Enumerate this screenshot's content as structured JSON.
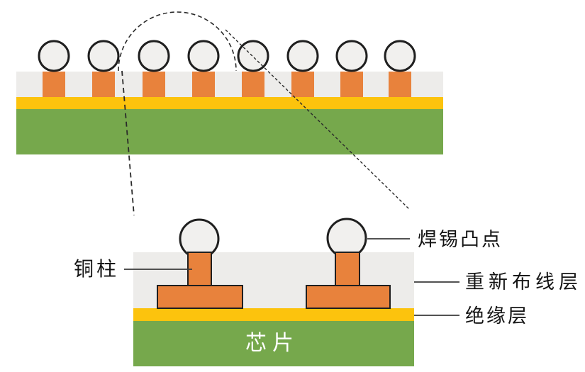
{
  "colors": {
    "copper_pillar": "#e8823c",
    "insulation_layer": "#fcc30d",
    "chip": "#76a84c",
    "redistribution_layer": "#edecea",
    "solder_ball_fill": "#f1f0ee",
    "outline": "#1f1f1f",
    "leader_line": "#3a3a3a",
    "background": "#ffffff"
  },
  "overview": {
    "solder_bump_count": 8
  },
  "detail": {
    "solder_bump_count": 2
  },
  "labels": {
    "solder_bump": "焊锡凸点",
    "copper_pillar": "铜柱",
    "redistribution_layer": "重新布线层",
    "insulation_layer": "绝缘层",
    "chip": "芯片"
  }
}
